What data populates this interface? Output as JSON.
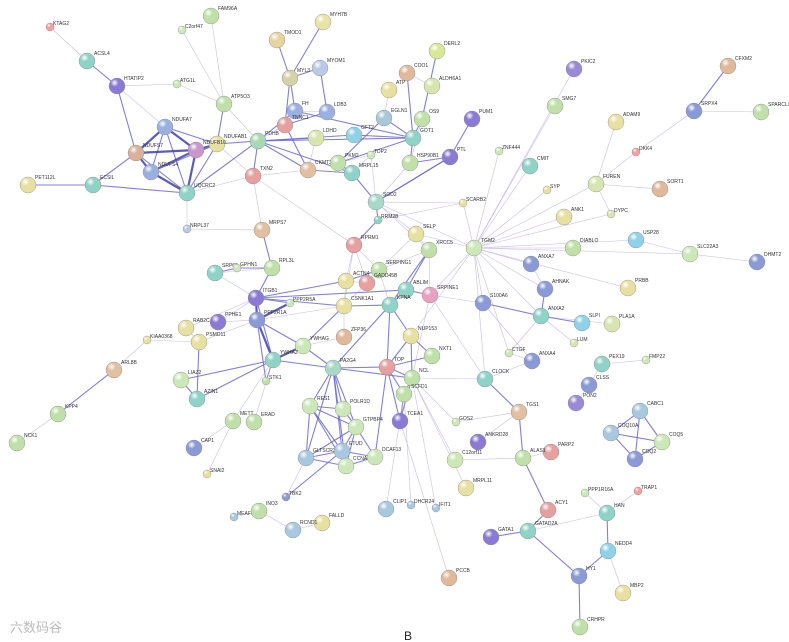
{
  "network": {
    "nodes": [
      {
        "id": "KTAG2",
        "color": "#f2a0a0"
      },
      {
        "id": "FAM96A",
        "color": "#bfe0a8"
      },
      {
        "id": "MYH7B",
        "color": "#e9e4a6"
      },
      {
        "id": "C2orf47",
        "color": "#cde8b8"
      },
      {
        "id": "TMOD1",
        "color": "#e7d3a0"
      },
      {
        "id": "DERL2",
        "color": "#d9e896"
      },
      {
        "id": "ACSL4",
        "color": "#8fd2c8"
      },
      {
        "id": "HTATIP2",
        "color": "#8a7ad6"
      },
      {
        "id": "ATG1L",
        "color": "#cde8b8"
      },
      {
        "id": "ATP5O3",
        "color": "#bfe0a8"
      },
      {
        "id": "MYOM1",
        "color": "#b9c9e6"
      },
      {
        "id": "MYL3",
        "color": "#d6d0a6"
      },
      {
        "id": "COO1",
        "color": "#e0b89a"
      },
      {
        "id": "ALDH6A1",
        "color": "#d7e6b0"
      },
      {
        "id": "ATP",
        "color": "#e8e0a0"
      },
      {
        "id": "FH",
        "color": "#9ab0e0"
      },
      {
        "id": "LDB3",
        "color": "#9ab0e0"
      },
      {
        "id": "NDUFA7",
        "color": "#9ab0e0"
      },
      {
        "id": "NDUFAB1",
        "color": "#e8e0a0"
      },
      {
        "id": "TNNC1",
        "color": "#e6a0a0"
      },
      {
        "id": "NDUFS7",
        "color": "#d9b098"
      },
      {
        "id": "NDUFB10",
        "color": "#c896c8"
      },
      {
        "id": "PDHB",
        "color": "#a8d8b8"
      },
      {
        "id": "LDHD",
        "color": "#d7e6b0"
      },
      {
        "id": "GFT2",
        "color": "#8fd2e8"
      },
      {
        "id": "EGLN1",
        "color": "#a8c8d8"
      },
      {
        "id": "GOT1",
        "color": "#8fd2c8"
      },
      {
        "id": "OS9",
        "color": "#bfe0a8"
      },
      {
        "id": "PUM1",
        "color": "#8a7ad6"
      },
      {
        "id": "PKIC2",
        "color": "#9a8ad6"
      },
      {
        "id": "CFXM2",
        "color": "#e0b89a"
      },
      {
        "id": "SRPX4",
        "color": "#8a9ad6"
      },
      {
        "id": "SPARCL1",
        "color": "#bfe0a8"
      },
      {
        "id": "NDUFS4",
        "color": "#9ab0e0"
      },
      {
        "id": "UQCRC2",
        "color": "#8fd2c8"
      },
      {
        "id": "TXN2",
        "color": "#e6a0a0"
      },
      {
        "id": "CKMT2",
        "color": "#e0c0a0"
      },
      {
        "id": "MRPL15",
        "color": "#8fd2c8"
      },
      {
        "id": "HSP90B1",
        "color": "#bfe0a8"
      },
      {
        "id": "PTL",
        "color": "#8a7ad6"
      },
      {
        "id": "ZNF444",
        "color": "#cde8b8"
      },
      {
        "id": "SMG7",
        "color": "#bfe0a8"
      },
      {
        "id": "ADAM9",
        "color": "#e8e0a0"
      },
      {
        "id": "PET112L",
        "color": "#e8e0a0"
      },
      {
        "id": "ECSIL",
        "color": "#8fd2c8"
      },
      {
        "id": "TDP2",
        "color": "#cde8b8"
      },
      {
        "id": "PKM2",
        "color": "#bfe0a8"
      },
      {
        "id": "SOD2",
        "color": "#a8d8c8"
      },
      {
        "id": "CMIT",
        "color": "#8fd2c8"
      },
      {
        "id": "SYP",
        "color": "#e8e0a0"
      },
      {
        "id": "DKK4",
        "color": "#f2a0a0"
      },
      {
        "id": "FUREN",
        "color": "#d7e6b0"
      },
      {
        "id": "SORT1",
        "color": "#e0b89a"
      },
      {
        "id": "NRPL37",
        "color": "#b9c9e6"
      },
      {
        "id": "MRPS7",
        "color": "#e0c0a0"
      },
      {
        "id": "SCARB2",
        "color": "#e8e0a0"
      },
      {
        "id": "ANK1",
        "color": "#e8e0a0"
      },
      {
        "id": "DYPC",
        "color": "#d7e6b0"
      },
      {
        "id": "RRM2B",
        "color": "#8fd2c8"
      },
      {
        "id": "SELP",
        "color": "#e8e0a0"
      },
      {
        "id": "RPRM1",
        "color": "#e6a0a0"
      },
      {
        "id": "TGM2",
        "color": "#cde8b8"
      },
      {
        "id": "XRCC5",
        "color": "#bfe0a8"
      },
      {
        "id": "USP28",
        "color": "#8fd2e8"
      },
      {
        "id": "DIABLO",
        "color": "#bfe0a8"
      },
      {
        "id": "SLC22A3",
        "color": "#cde8b8"
      },
      {
        "id": "DHMT2",
        "color": "#8a9ad6"
      },
      {
        "id": "SRP68",
        "color": "#8fd2c8"
      },
      {
        "id": "RPL3L",
        "color": "#bfe0a8"
      },
      {
        "id": "GPHN1",
        "color": "#cde8b8"
      },
      {
        "id": "SERPING1",
        "color": "#bfe0a8"
      },
      {
        "id": "ANXA7",
        "color": "#8a9ad6"
      },
      {
        "id": "PRBB",
        "color": "#e8e0a0"
      },
      {
        "id": "ACTN4",
        "color": "#e8e0a0"
      },
      {
        "id": "GADD45B",
        "color": "#e6a0a0"
      },
      {
        "id": "ITGB1",
        "color": "#8a7ad6"
      },
      {
        "id": "PPP2R5A",
        "color": "#cde8b8"
      },
      {
        "id": "CSNK1A1",
        "color": "#e8e0a0"
      },
      {
        "id": "ABLIM",
        "color": "#8fd2c8"
      },
      {
        "id": "SRPINE1",
        "color": "#e6a0c0"
      },
      {
        "id": "AHNAK",
        "color": "#8a9ad6"
      },
      {
        "id": "KPNA",
        "color": "#8fd2c8"
      },
      {
        "id": "S100A6",
        "color": "#8a9ad6"
      },
      {
        "id": "ANXA2",
        "color": "#8fd2c8"
      },
      {
        "id": "SLPI",
        "color": "#8fd2e8"
      },
      {
        "id": "PLA1A",
        "color": "#d7e6b0"
      },
      {
        "id": "RAB2C",
        "color": "#e8e0a0"
      },
      {
        "id": "PPHE1",
        "color": "#8a7ad6"
      },
      {
        "id": "PPP2R1A",
        "color": "#8a9ad6"
      },
      {
        "id": "ZFP36",
        "color": "#e0b89a"
      },
      {
        "id": "NUP153",
        "color": "#e8e0a0"
      },
      {
        "id": "YWHAG",
        "color": "#cde8b8"
      },
      {
        "id": "PSMD11",
        "color": "#e8e0a0"
      },
      {
        "id": "KIAA0368",
        "color": "#e8e0a0"
      },
      {
        "id": "CTGF",
        "color": "#cde8b8"
      },
      {
        "id": "LUM",
        "color": "#d7e6b0"
      },
      {
        "id": "ANXA4",
        "color": "#8a9ad6"
      },
      {
        "id": "PEX19",
        "color": "#8fd2c8"
      },
      {
        "id": "FMP22",
        "color": "#cde8b8"
      },
      {
        "id": "ARL8B",
        "color": "#e0c0a0"
      },
      {
        "id": "YWHAZ",
        "color": "#8fd2c8"
      },
      {
        "id": "PA2G4",
        "color": "#a8d8c8"
      },
      {
        "id": "TOP",
        "color": "#e6a0a0"
      },
      {
        "id": "NXT1",
        "color": "#bfe0a8"
      },
      {
        "id": "CLOCK",
        "color": "#8fd2c8"
      },
      {
        "id": "CLSS",
        "color": "#8a9ad6"
      },
      {
        "id": "PON2",
        "color": "#9a8ad6"
      },
      {
        "id": "KPP4",
        "color": "#bfe0a8"
      },
      {
        "id": "LIAZ2",
        "color": "#cde8b8"
      },
      {
        "id": "STK1",
        "color": "#bfe0a8"
      },
      {
        "id": "AZIN1",
        "color": "#8fd2c8"
      },
      {
        "id": "RES1",
        "color": "#cde8b8"
      },
      {
        "id": "POLR1D",
        "color": "#cde8b8"
      },
      {
        "id": "NCL",
        "color": "#bfe0a8"
      },
      {
        "id": "SCFD1",
        "color": "#bfe0a8"
      },
      {
        "id": "TGS1",
        "color": "#e0c0a0"
      },
      {
        "id": "PARP2",
        "color": "#e6a0a0"
      },
      {
        "id": "CABC1",
        "color": "#a8c8e0"
      },
      {
        "id": "NCK1",
        "color": "#bfe0a8"
      },
      {
        "id": "METT",
        "color": "#bfe0a8"
      },
      {
        "id": "ERAD",
        "color": "#bfe0a8"
      },
      {
        "id": "GTPBP4",
        "color": "#cde8b8"
      },
      {
        "id": "TCEA1",
        "color": "#8a7ad6"
      },
      {
        "id": "GOS2",
        "color": "#cde8b8"
      },
      {
        "id": "COQ10A",
        "color": "#a8c8e0"
      },
      {
        "id": "COQ5",
        "color": "#cde8b8"
      },
      {
        "id": "CAP1",
        "color": "#8a9ad6"
      },
      {
        "id": "ANKRD28",
        "color": "#8a7ad6"
      },
      {
        "id": "ALAS1",
        "color": "#bfe0a8"
      },
      {
        "id": "COQ2",
        "color": "#8a9ad6"
      },
      {
        "id": "GLTSCR2",
        "color": "#a8c8e0"
      },
      {
        "id": "ETUD",
        "color": "#a8c8e0"
      },
      {
        "id": "CCNA2",
        "color": "#cde8b8"
      },
      {
        "id": "DCAF13",
        "color": "#cde8b8"
      },
      {
        "id": "C12orf11",
        "color": "#cde8b8"
      },
      {
        "id": "SNAI2",
        "color": "#e8e0a0"
      },
      {
        "id": "MRPL11",
        "color": "#e8e0a0"
      },
      {
        "id": "PPP1R16A",
        "color": "#cde8b8"
      },
      {
        "id": "TRAP1",
        "color": "#f2a0a0"
      },
      {
        "id": "TBK2",
        "color": "#8a9ad6"
      },
      {
        "id": "CLIP1",
        "color": "#a8c8e0"
      },
      {
        "id": "DHCR24",
        "color": "#a8c8e0"
      },
      {
        "id": "IFIT1",
        "color": "#a8c8e0"
      },
      {
        "id": "ACY1",
        "color": "#e6a0a0"
      },
      {
        "id": "HAN",
        "color": "#8fd2c8"
      },
      {
        "id": "MEAF6",
        "color": "#a8c8e0"
      },
      {
        "id": "INO3",
        "color": "#bfe0a8"
      },
      {
        "id": "FALLD",
        "color": "#e8e0a0"
      },
      {
        "id": "RCND1",
        "color": "#a8c8e0"
      },
      {
        "id": "GATA1",
        "color": "#8a7ad6"
      },
      {
        "id": "GATAD2A",
        "color": "#8fd2c8"
      },
      {
        "id": "NEDD4",
        "color": "#8fd2e8"
      },
      {
        "id": "HY1",
        "color": "#8a9ad6"
      },
      {
        "id": "PCCB",
        "color": "#e0b89a"
      },
      {
        "id": "MBP2",
        "color": "#e8e0a0"
      },
      {
        "id": "CRHPR",
        "color": "#bfe0a8"
      }
    ],
    "caption": "B",
    "watermark": "六数码谷"
  }
}
